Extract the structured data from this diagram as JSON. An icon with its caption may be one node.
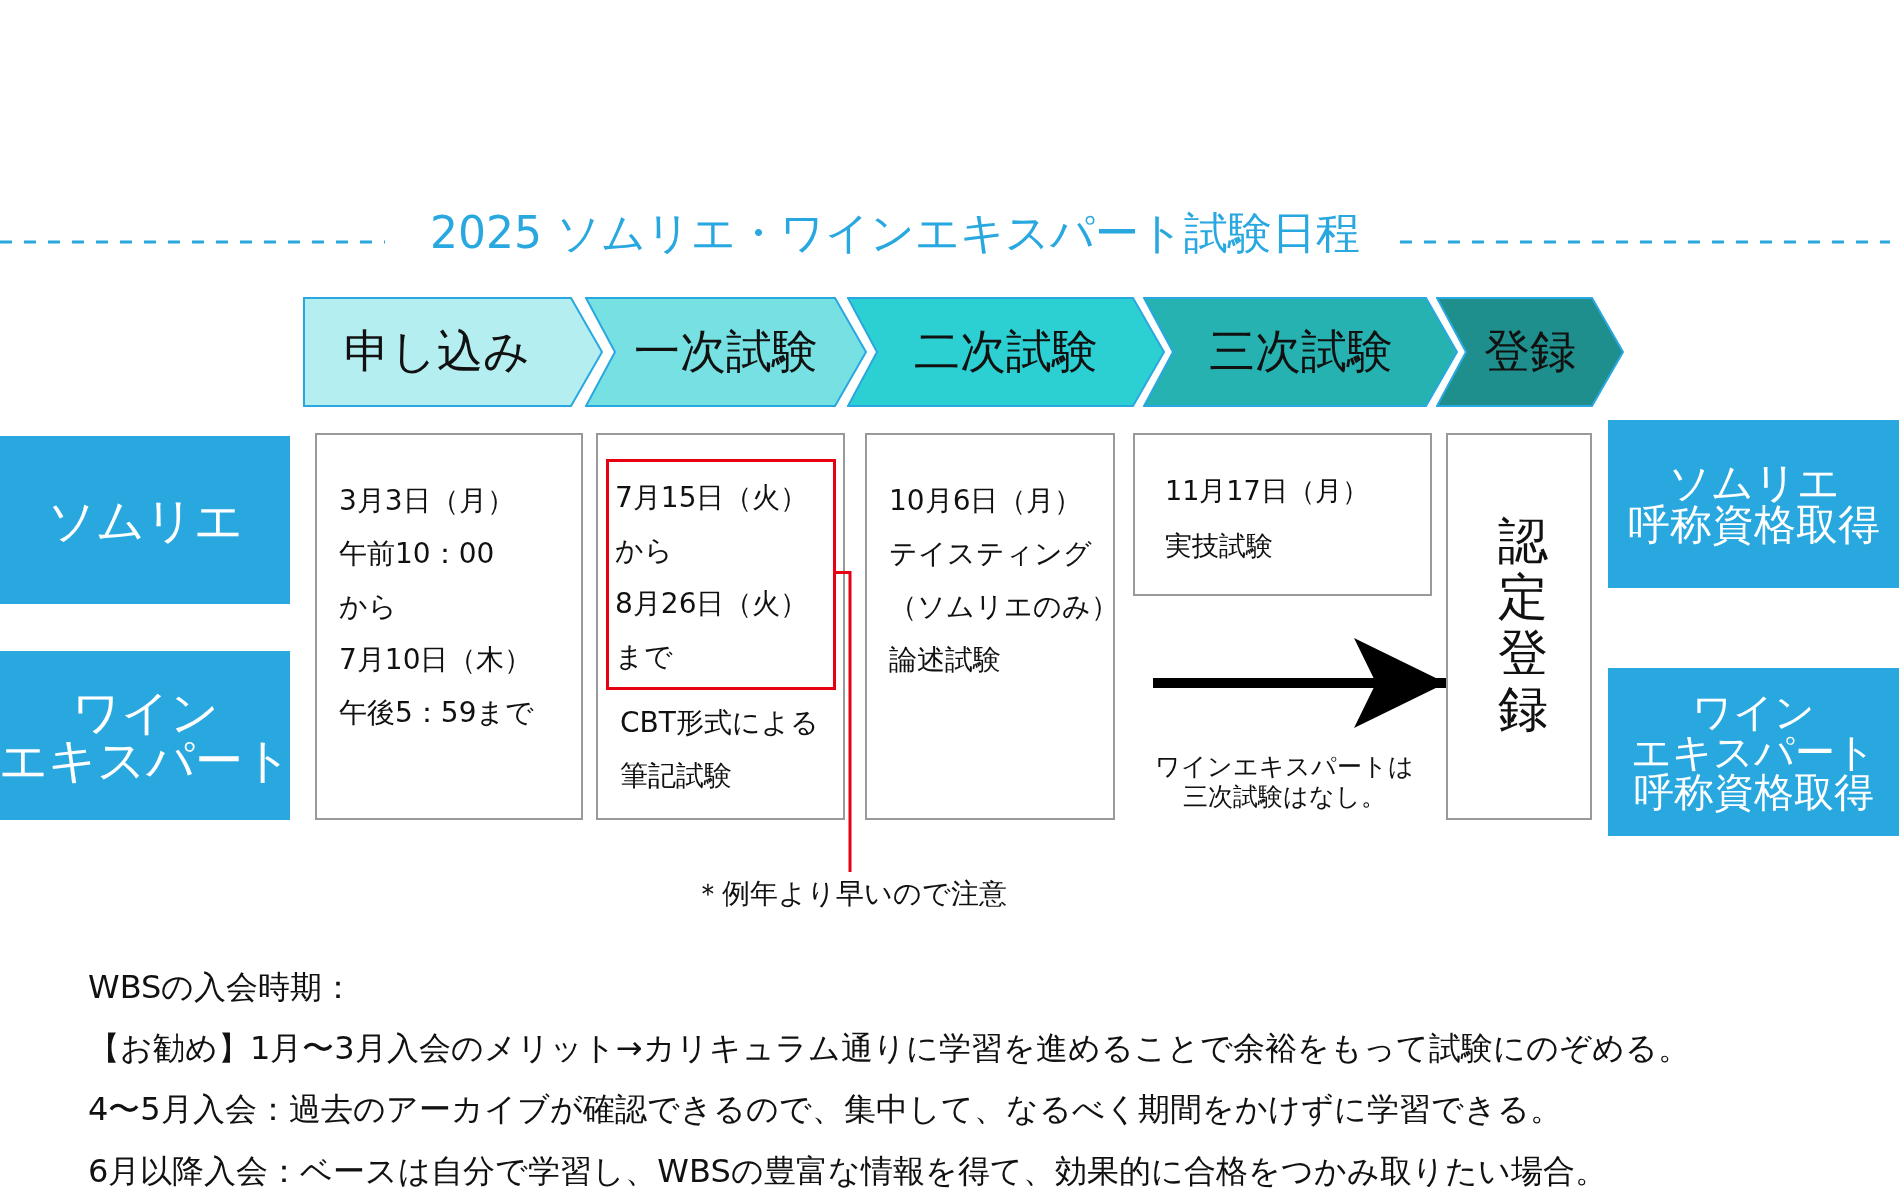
{
  "diagram": {
    "title": "2025 ソムリエ・ワインエキスパート試験日程",
    "nodes": [
      {
        "text": [
          "申し込み"
        ]
      },
      {
        "text": [
          "一次試験"
        ]
      },
      {
        "text": [
          "二次試験"
        ]
      },
      {
        "text": [
          "三次試験"
        ]
      },
      {
        "text": [
          "登録"
        ]
      },
      {
        "text": [
          "ソムリエ"
        ]
      },
      {
        "text": [
          "ワイン",
          "エキスパート"
        ]
      },
      {
        "text": [
          "3月3日（月）",
          "午前10：00",
          "から",
          "7月10日（木）",
          "午後5：59まで"
        ]
      },
      {
        "text": [
          "CBT形式による",
          "筆記試験"
        ]
      },
      {
        "text": [
          "10月6日（月）",
          "テイスティング",
          "（ソムリエのみ）",
          "論述試験"
        ]
      },
      {
        "text": [
          "11月17日（月）",
          "実技試験"
        ]
      },
      {
        "text": [
          "認定登録"
        ]
      },
      {
        "text": [
          "7月15日（火）",
          "から",
          "8月26日（火）",
          "まで"
        ],
        "in": 8
      },
      {
        "text": [
          "＊例年より早いので注意"
        ]
      },
      {
        "text": [
          "ソムリエ",
          "呼称資格取得"
        ]
      },
      {
        "text": [
          "ワイン",
          "エキスパート",
          "呼称資格取得"
        ]
      }
    ],
    "edges": [
      {
        "from": 13,
        "to": 12,
        "arrow": "none",
        "color": "#e60012"
      },
      {
        "from": null,
        "to": 11,
        "arrow": "to",
        "style": "thick",
        "color": "#000000",
        "label": "ワインエキスパートは三次試験はなし。"
      }
    ],
    "labels": [
      "WBSの入会時期：",
      "【お勧め】1月〜3月入会のメリット→カリキュラム通りに学習を進めることで余裕をもって試験にのぞめる。",
      "4〜5月入会：過去のアーカイブが確認できるので、集中して、なるべく期間をかけずに学習できる。",
      "6月以降入会：ベースは自分で学習し、WBSの豊富な情報を得て、効果的に合格をつかみ取りたい場合。"
    ]
  }
}
